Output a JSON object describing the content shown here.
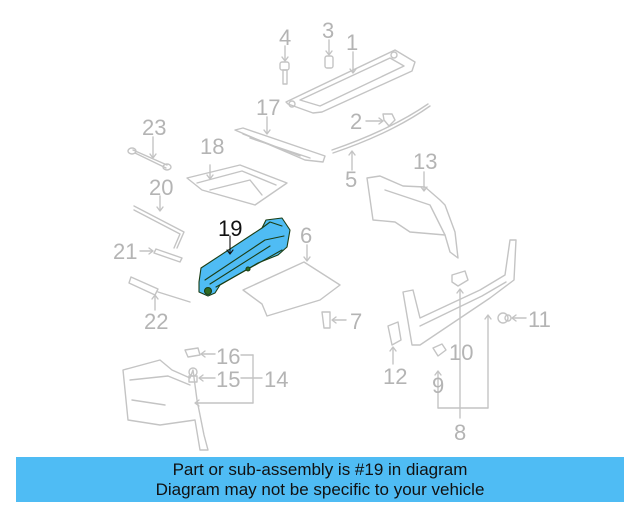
{
  "diagram": {
    "highlight_color": "#4fbcf4",
    "line_color": "#c4c4c4",
    "highlighted_part": "19",
    "callouts": [
      {
        "id": "1",
        "label": "1"
      },
      {
        "id": "2",
        "label": "2"
      },
      {
        "id": "3",
        "label": "3"
      },
      {
        "id": "4",
        "label": "4"
      },
      {
        "id": "5",
        "label": "5"
      },
      {
        "id": "6",
        "label": "6"
      },
      {
        "id": "7",
        "label": "7"
      },
      {
        "id": "8",
        "label": "8"
      },
      {
        "id": "9",
        "label": "9"
      },
      {
        "id": "10",
        "label": "10"
      },
      {
        "id": "11",
        "label": "11"
      },
      {
        "id": "12",
        "label": "12"
      },
      {
        "id": "13",
        "label": "13"
      },
      {
        "id": "14",
        "label": "14"
      },
      {
        "id": "15",
        "label": "15"
      },
      {
        "id": "16",
        "label": "16"
      },
      {
        "id": "17",
        "label": "17"
      },
      {
        "id": "18",
        "label": "18"
      },
      {
        "id": "19",
        "label": "19"
      },
      {
        "id": "20",
        "label": "20"
      },
      {
        "id": "21",
        "label": "21"
      },
      {
        "id": "22",
        "label": "22"
      },
      {
        "id": "23",
        "label": "23"
      }
    ]
  },
  "banner": {
    "line1": "Part or sub-assembly is #19 in diagram",
    "line2": "Diagram may not be specific to your vehicle",
    "color": "#4fbcf4"
  }
}
